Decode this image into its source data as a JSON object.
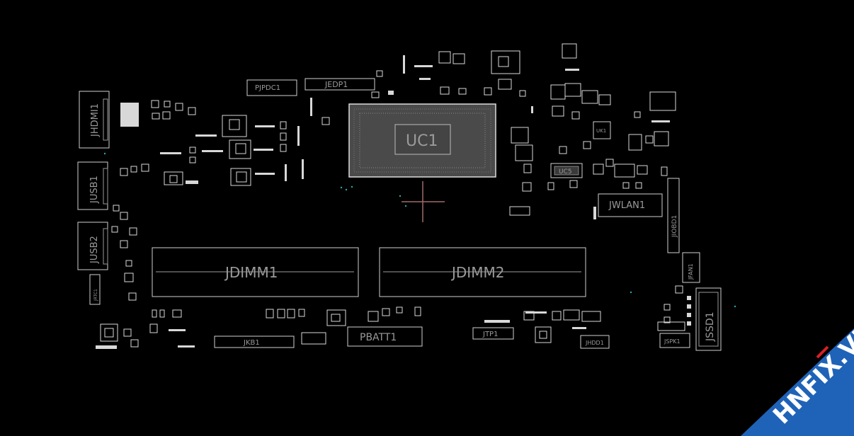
{
  "components": {
    "cpu": "UC1",
    "hdmi": "JHDMI1",
    "usb1": "JUSB1",
    "usb2": "JUSB2",
    "dc_jack": "PJPDC1",
    "edp": "JEDP1",
    "dimm1": "JDIMM1",
    "dimm2": "JDIMM2",
    "wlan": "JWLAN1",
    "uc5": "UC5",
    "uk1": "UK1",
    "jiobd": "JIOBD1",
    "fan": "JFAN1",
    "ssd": "JSSD1",
    "speaker": "JSPK1",
    "hdd": "JHDD1",
    "keyboard": "JKB1",
    "battery": "PBATT1",
    "tp": "JTP1",
    "rtc": "JRTC1"
  },
  "watermark": {
    "text": "HNFIX.VN",
    "bg_color": "#1f63b8",
    "fg_color": "#ffffff",
    "accent_color": "#d62027"
  },
  "colors": {
    "background": "#000000",
    "outline": "#cfcfcf",
    "label": "#9a9a9a",
    "cursor": "#b07070"
  }
}
